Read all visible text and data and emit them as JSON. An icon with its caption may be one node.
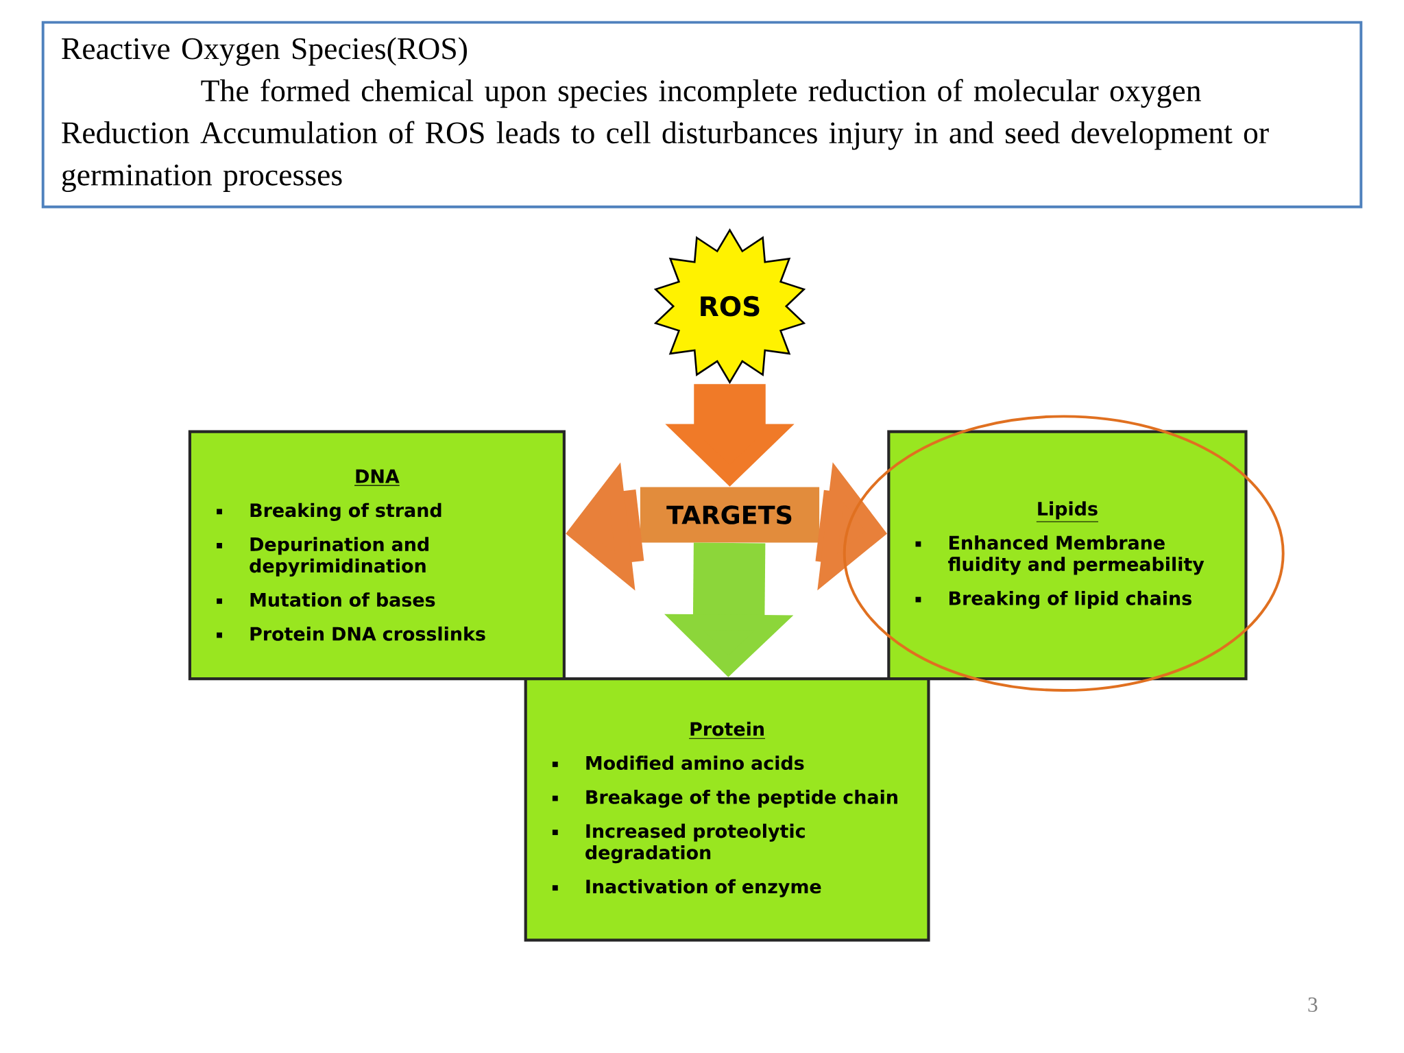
{
  "diagram": {
    "nodes": [
      {
        "text": [
          "Reactive Oxygen Species(ROS)",
          "The formed chemical upon species incomplete reduction of molecular oxygen",
          "Reduction Accumulation of ROS leads to cell disturbances injury in and seed development or germination processes"
        ]
      },
      {
        "text": [
          "ROS"
        ]
      },
      {
        "text": [
          "TARGETS"
        ]
      },
      {
        "text": [
          "DNA",
          "Breaking of strand",
          "Depurination and depyrimidination",
          "Mutation of bases",
          "Protein DNA crosslinks"
        ]
      },
      {
        "text": [
          "Lipids",
          "Enhanced Membrane fluidity and permeability",
          "Breaking of lipid chains"
        ]
      },
      {
        "text": [
          "Protein",
          "Modified amino acids",
          "Breakage of the peptide chain",
          "Increased proteolytic degradation",
          "Inactivation of enzyme"
        ]
      }
    ],
    "edges": [
      {
        "from": 1,
        "to": 2,
        "arrow": "to",
        "color": "#f07a28"
      },
      {
        "from": 2,
        "to": 3,
        "arrow": "to",
        "color": "#e8803a"
      },
      {
        "from": 2,
        "to": 4,
        "arrow": "to",
        "color": "#e8803a"
      },
      {
        "from": 2,
        "to": 5,
        "arrow": "to",
        "color": "#8cd63a"
      }
    ],
    "labels": [
      "3"
    ]
  }
}
